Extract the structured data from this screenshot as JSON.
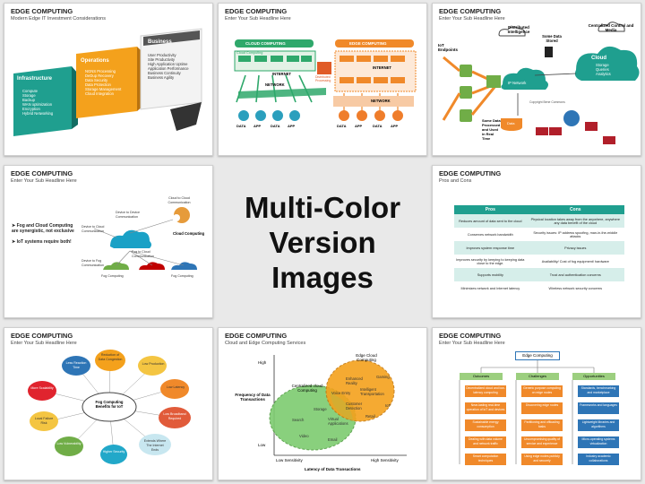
{
  "center": {
    "line1": "Multi-Color",
    "line2": "Version Images"
  },
  "colors": {
    "green": "#70ad47",
    "orange": "#ed7d31",
    "teal": "#1f9f8f",
    "cyan": "#22a8c9",
    "dark": "#222222",
    "blue": "#2e75b6"
  },
  "s1": {
    "title": "EDGE COMPUTING",
    "sub": "Modern Edge IT Investment Considerations",
    "infra": {
      "h": "Infrastructure",
      "items": [
        "Compute",
        "Storage",
        "Backup",
        "WAN optimization",
        "Encryption",
        "Hybrid Networking"
      ]
    },
    "ops": {
      "h": "Operations",
      "items": [
        "NGNS Processing",
        "DeDup Recovery",
        "Data Security",
        "Data Protection",
        "Storage Management",
        "Cloud Integration"
      ]
    },
    "biz": {
      "h": "Business",
      "items": [
        "User Productivity",
        "Site Productivity",
        "High Application Uptime",
        "Application Performance",
        "Business Continuity",
        "Business Agility"
      ]
    }
  },
  "s2": {
    "title": "EDGE COMPUTING",
    "sub": "Enter Your Sub Headline Here",
    "cloud": "CLOUD COMPUTING",
    "edge": "EDGE COMPUTING",
    "cloudbar": "Cloud Computing",
    "internet": "INTERNET",
    "network": "NETWORK",
    "dist": "Distributed Processing",
    "bottom": [
      "DATA",
      "APP",
      "DATA",
      "APP",
      "DATA",
      "APP",
      "DATA",
      "APP"
    ]
  },
  "s3": {
    "title": "EDGE COMPUTING",
    "sub": "Enter Your Sub Headline Here",
    "iot": "IoT Endpoints",
    "dist": "Distributed Intelligence",
    "same": "Some Data Stored",
    "central": "Centralized Control and Media",
    "ipn": "IP Network",
    "cloud": "Cloud",
    "cloud_items": [
      "Storage",
      "Queries",
      "Analytics"
    ],
    "proc": "Some Data Processed and Used in Real Time",
    "copy": "Copyright Bene Commons",
    "data": "Data"
  },
  "s4": {
    "title": "EDGE COMPUTING",
    "sub": "Enter Your Sub Headline Here",
    "bullets": [
      "Fog and Cloud Computing are synergistic, not exclusive",
      "IoT systems require both!"
    ],
    "labels": [
      "Cloud to Cloud Communication",
      "Device to Device Communication",
      "Device to Cloud Communication",
      "Cloud Computing",
      "Fog to Cloud Communication",
      "Device to Fog Communication",
      "Fog Computing",
      "Fog Computing"
    ]
  },
  "s5": {
    "title": "EDGE COMPUTING",
    "sub": "Pros and Cons",
    "headers": [
      "Pros",
      "Cons"
    ],
    "rows": [
      [
        "Reduces amount of data sent to the cloud",
        "Physical location takes away from the anywhere, anywhere any data benefit of the cloud"
      ],
      [
        "Conserves network bandwidth",
        "Security issues: IP address spoofing, man-in-the-middle attacks"
      ],
      [
        "Improves system response time",
        "Privacy issues"
      ],
      [
        "Improves security by keeping to keeping data close to the edge.",
        "Availability/ Cost of fog equipment/ hardware"
      ],
      [
        "Supports mobility",
        "Trust and authentication concerns"
      ],
      [
        "Minimizes network and Internet latency",
        "Wireless network security concerns"
      ]
    ]
  },
  "s6": {
    "title": "EDGE COMPUTING",
    "sub": "Enter Your Sub Headline Here",
    "center": "Fog Computing Benefits for IoT",
    "petals": [
      "Reduction of Data Congestion",
      "Low Production",
      "Low Latency",
      "Low Broadband Required",
      "Extends Where The Internet Ends",
      "Higher Security",
      "Low Vulnerability",
      "Local Failure Risk",
      "More Scalability",
      "Less Reaction Time"
    ]
  },
  "s7": {
    "title": "EDGE COMPUTING",
    "sub": "Cloud and Edge Computing Services",
    "ylabel": "Frequency of Data Transactions",
    "xlabel": "Latency of Data Transactions",
    "high": "High",
    "low": "Low",
    "lowsens": "Low Sensitivity",
    "highsens": "High Sensitivity",
    "central": "Centralized cloud Computing",
    "edge": "Edge Cloud Computing",
    "items": [
      "Storage",
      "Search",
      "Video",
      "Email",
      "Virtual Applications",
      "Enhanced Reality",
      "Intelligent Transportation",
      "Customer Detection",
      "Voice Entry",
      "Gaming",
      "Retail",
      "IoT"
    ]
  },
  "s8": {
    "title": "EDGE COMPUTING",
    "sub": "Enter Your Sub Headline Here",
    "root": "Edge Computing",
    "cols": [
      {
        "h": "Outcomes",
        "items": [
          "Decentralized cloud and low-latency computing",
          "Near-lasting real-time operation of IoT and devices",
          "Sustainable energy consumption",
          "Dealing with data volume and network traffic",
          "Smart computation techniques"
        ]
      },
      {
        "h": "Challenges",
        "items": [
          "Generic purpose computing on edge nodes",
          "Discovering edge nodes",
          "Partitioning and offloading tasks",
          "Uncompromising quality of service and experience",
          "Using edge nodes publicly and securely"
        ]
      },
      {
        "h": "Opportunities",
        "items": [
          "Standards, benchmarking and marketplace",
          "Frameworks and languages",
          "Lightweight libraries and algorithms",
          "Micro-operating systems virtualization",
          "Industry academic collaborations"
        ]
      }
    ]
  }
}
